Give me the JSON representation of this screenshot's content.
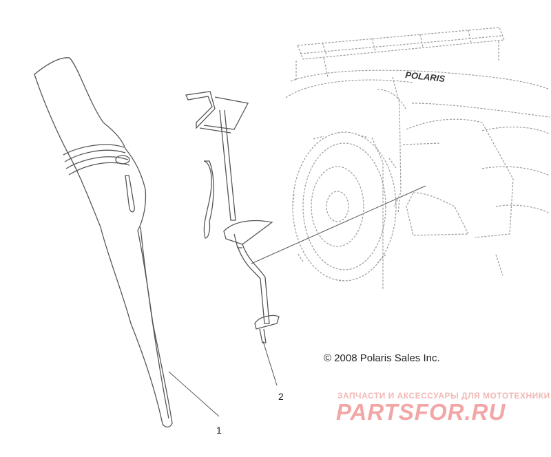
{
  "copyright": "© 2008 Polaris Sales Inc.",
  "callouts": {
    "part_1": "1",
    "part_2": "2"
  },
  "vehicle_brand": "POLARIS",
  "watermark": {
    "tagline": "ЗАПЧАСТИ И АКСЕССУАРЫ ДЛЯ МОТОТЕХНИКИ",
    "logo": "PARTSFOR.RU"
  },
  "colors": {
    "line": "#555555",
    "dashed": "#9a9a9a",
    "watermark_tagline": "#f3b7b7",
    "watermark_logo": "#f2a6a6"
  }
}
